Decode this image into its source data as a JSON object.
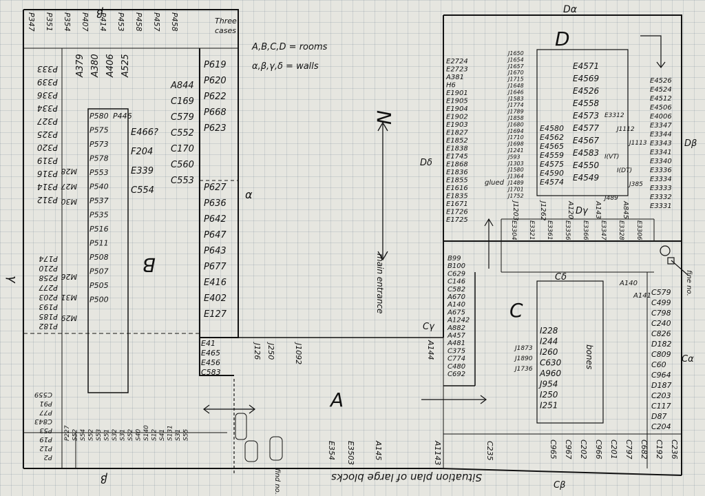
{
  "legend": {
    "rooms": "A,B,C,D = rooms",
    "walls": "α,β,γ,δ = walls",
    "three_cases": [
      "Three",
      "cases"
    ]
  },
  "rooms": {
    "A": "A",
    "B": "B",
    "C": "C",
    "D": "D"
  },
  "wall_labels": {
    "top_beta": "β",
    "left_gamma": "γ",
    "bottom_beta": "β",
    "mid_alpha": "α",
    "d_alpha": "Dα",
    "d_beta": "Dβ",
    "d_delta": "Dδ",
    "d_gamma": "Dγ",
    "c_alpha": "Cα",
    "c_beta": "Cβ",
    "c_gamma": "Cγ",
    "c_delta": "Cδ"
  },
  "north": "N",
  "main_entrance": "main entrance",
  "title": "Situation plan of large blocks",
  "notes": {
    "bones": "bones",
    "glued": "glued",
    "find_no": "find no."
  },
  "columns": {
    "top_row_p": [
      "P347",
      "P351",
      "P354",
      "P407",
      "P414",
      "P453",
      "P458",
      "P457",
      "P458"
    ],
    "b_left_outer": [
      "P333",
      "P339",
      "P336",
      "P334",
      "P327",
      "P325",
      "P320",
      "P319",
      "P316",
      "P314",
      "P312"
    ],
    "b_left_lower": [
      "P174",
      "P210",
      "P258",
      "P277",
      "P203",
      "P193",
      "P185",
      "P182"
    ],
    "b_m": [
      "M28",
      "M27",
      "M30"
    ],
    "b_m_lower": [
      "M26",
      "M31",
      "M29"
    ],
    "b_a": [
      "A379",
      "A380",
      "A406",
      "A525"
    ],
    "b_inner": [
      "P580",
      "P575",
      "P573",
      "P578",
      "P553",
      "P540",
      "P537",
      "P535",
      "P516",
      "P511",
      "P508",
      "P507",
      "P505",
      "P500"
    ],
    "b_inner_top2": "P446",
    "b_mid": [
      "E466?",
      "F204",
      "E339",
      "C554"
    ],
    "b_mid2": [
      "A844",
      "C169",
      "C579",
      "C552",
      "C170",
      "C560",
      "C553"
    ],
    "b_right_upper": [
      "P619",
      "P620",
      "P622",
      "P668",
      "P623"
    ],
    "b_right_lower": [
      "P627",
      "P636",
      "P642",
      "P647",
      "P643",
      "P677",
      "E416",
      "E402",
      "E127"
    ],
    "b_bottom_box": [
      "E41",
      "E465",
      "E456",
      "C583"
    ],
    "b_bottom_left": [
      "C559",
      "P91",
      "P77",
      "C843",
      "P53",
      "P19",
      "P12",
      "P2"
    ],
    "b_bottom_row": [
      "P227",
      "S52",
      "S54",
      "S52",
      "S53",
      "S51",
      "S32",
      "S31",
      "S52",
      "S40",
      "S140",
      "S12",
      "S41",
      "S131",
      "S31",
      "S55"
    ],
    "a_vertical": [
      "J126",
      "J250",
      "J1092",
      "A144",
      "E354",
      "E3503",
      "A145",
      "A1143",
      "C235"
    ],
    "d_left": [
      "E2724",
      "E2723",
      "A381",
      "H6",
      "E1901",
      "E1905",
      "E1904",
      "E1902",
      "E1903",
      "E1827",
      "E1852",
      "E1838",
      "E1745",
      "E1868",
      "E1836",
      "E1855",
      "E1616",
      "E1835",
      "E1671",
      "E1726",
      "E1725"
    ],
    "d_j": [
      "J1650",
      "J1654",
      "J1657",
      "J1670",
      "J1715",
      "J1648",
      "J1646",
      "J1583",
      "J1774",
      "J1789",
      "J1858",
      "J1680",
      "J1694",
      "J1710",
      "J1698",
      "J1241",
      "J593",
      "J1303",
      "J1580",
      "J1364",
      "J1489",
      "J1701",
      "J1752"
    ],
    "d_e_mid": [
      "E4580",
      "E4562",
      "E4565",
      "E4559",
      "E4575",
      "E4590",
      "E4574"
    ],
    "d_e_right": [
      "E4571",
      "E4569",
      "E4526",
      "E4558",
      "E4573",
      "E4577",
      "E4567",
      "E4583",
      "E4550",
      "E4549"
    ],
    "d_far_right": [
      "E4526",
      "E4524",
      "E4512",
      "E4506",
      "E4006",
      "E3347",
      "E3344",
      "E3343",
      "E3341",
      "E3340",
      "E3336",
      "E3334",
      "E3333",
      "E3332",
      "E3331"
    ],
    "d_misc": [
      "E3312",
      "J1112",
      "J1113",
      "I(VT)",
      "I(DT)",
      "J385",
      "J489"
    ],
    "d_gamma_row": [
      "E3304",
      "E3321",
      "E3361",
      "E3356",
      "E3366",
      "E3347",
      "E3328",
      "E3306"
    ],
    "d_gamma_extra": [
      "J1203",
      "J1262",
      "A120",
      "A143",
      "A845"
    ],
    "c_left": [
      "B99",
      "B100",
      "C629",
      "C146",
      "C582",
      "A670",
      "A140",
      "A675",
      "A1242",
      "A882",
      "A457",
      "A481",
      "C375",
      "C774",
      "C480",
      "C692"
    ],
    "c_inner": [
      "I228",
      "I244",
      "I260",
      "C630",
      "A960",
      "J954",
      "I250",
      "I251"
    ],
    "c_inner_j": [
      "J1873",
      "J1890",
      "J1736"
    ],
    "c_right": [
      "C579",
      "C499",
      "C798",
      "C240",
      "C826",
      "D182",
      "C809",
      "C60",
      "C964",
      "D187",
      "C203",
      "C117",
      "D87",
      "C204"
    ],
    "c_top": [
      "A140",
      "A141"
    ],
    "c_bottom_row": [
      "C965",
      "C967",
      "C202",
      "C966",
      "C201",
      "C797",
      "C682",
      "C192",
      "C236"
    ]
  },
  "misc": {
    "fine_no": "fine no."
  }
}
